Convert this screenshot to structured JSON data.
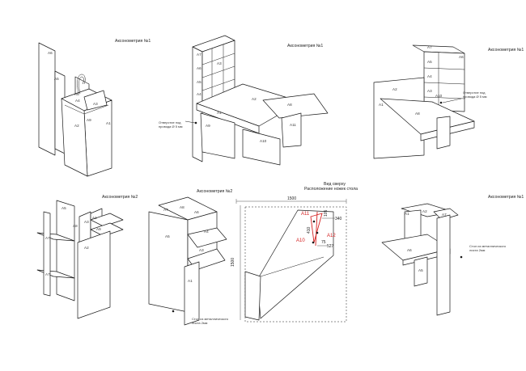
{
  "titles": {
    "axo_topleft": "Аксонометрия №1",
    "axo_topmid": "Аксонометрия №1",
    "axo_topright": "Аксонометрия №1",
    "axo_botleft": "Аксонометрия №2",
    "axo_botmid": "Аксонометрия №2",
    "plan_title_1": "Вид сверху",
    "plan_title_2": "Расположение ножек стола",
    "axo_botright": "Аксонометрия №1"
  },
  "notes": {
    "hole_mid_1": "Отверстие под",
    "hole_mid_2": "провода Ø 5 мм",
    "hole_right_1": "Отверстие под",
    "hole_right_2": "провода Ø 5 мм",
    "metal_botmid_1": "Стол из металлического",
    "metal_botmid_2": "листа 2мм",
    "metal_botright_1": "Стол из металлического",
    "metal_botright_2": "листа 2мм"
  },
  "labels": {
    "tl_a6": "A6",
    "tl_a5": "A5",
    "tl_a8": "A8",
    "tl_a4": "A4",
    "tl_a3": "A3",
    "tl_a9": "A9",
    "tl_a2": "A2",
    "tl_a1": "A1",
    "tm_a7": "A7",
    "tm_a6": "A6",
    "tm_a5": "A5",
    "tm_a4": "A4",
    "tm_a3": "A3",
    "tm_a2": "A2",
    "tm_a1": "A1",
    "tm_a8": "A8",
    "tm_a10": "A10",
    "tm_a11": "A11",
    "tm_a9": "A9",
    "tr_a7": "A7",
    "tr_a6": "A6",
    "tr_a5": "A5",
    "tr_a4": "A4",
    "tr_a3": "A3",
    "tr_a2": "A2",
    "tr_a1": "A1",
    "tr_a10": "A10",
    "tr_a8": "A8",
    "bl_a5": "A5",
    "bl_a8": "A8",
    "bl_a1": "A1",
    "bl_a3": "A3",
    "bl_a9": "A9",
    "bl_a7a": "A7",
    "bl_a2": "A2",
    "bl_a7b": "A7",
    "bm_a7": "A7",
    "bm_a8": "A8",
    "bm_a6": "A6",
    "bm_a5": "A5",
    "bm_a4": "A4",
    "bm_a3": "A3",
    "bm_a1": "A1",
    "br_a1": "A1",
    "br_a2": "A2",
    "br_a7": "A7",
    "br_a6": "A6",
    "br_a5": "A5"
  },
  "plan": {
    "dim_width": "1500",
    "dim_height": "1500",
    "dim_340": "340",
    "dim_527": "527",
    "dim_410": "410",
    "dim_105": "105",
    "dim_75": "75",
    "a10": "A10",
    "a11": "A11",
    "a12": "A12"
  }
}
